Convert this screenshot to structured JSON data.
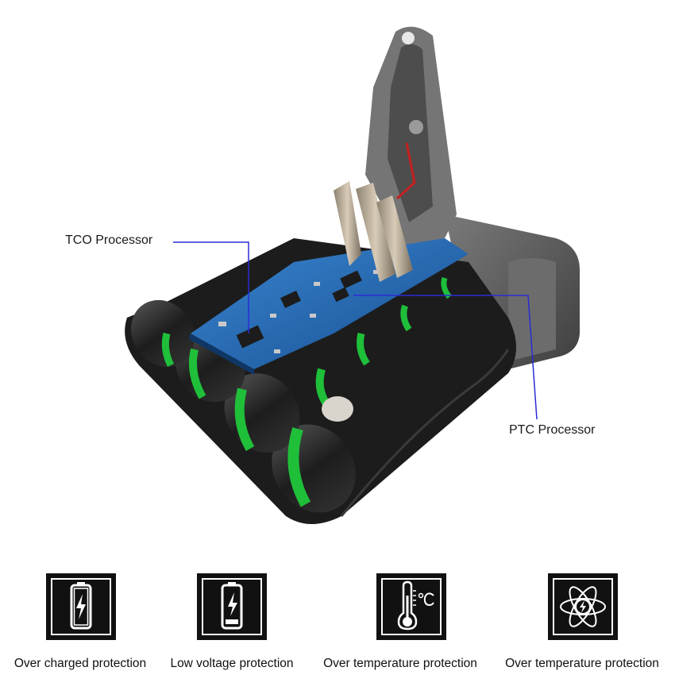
{
  "callouts": {
    "tco": "TCO Processor",
    "ptc": "PTC Processor"
  },
  "features": [
    {
      "icon": "battery-full-bolt-icon",
      "label": "Over charged protection"
    },
    {
      "icon": "battery-low-bolt-icon",
      "label": "Low voltage protection"
    },
    {
      "icon": "thermometer-celsius-icon",
      "label": "Over temperature protection"
    },
    {
      "icon": "atom-bolt-icon",
      "label": "Over temperature protection"
    }
  ],
  "colors": {
    "accent_line": "#2b2bd6",
    "cell_green": "#1fbf3a",
    "pcb_blue": "#1d5fa8",
    "casing_gray": "#5e5e5e",
    "icon_bg": "#111111"
  }
}
